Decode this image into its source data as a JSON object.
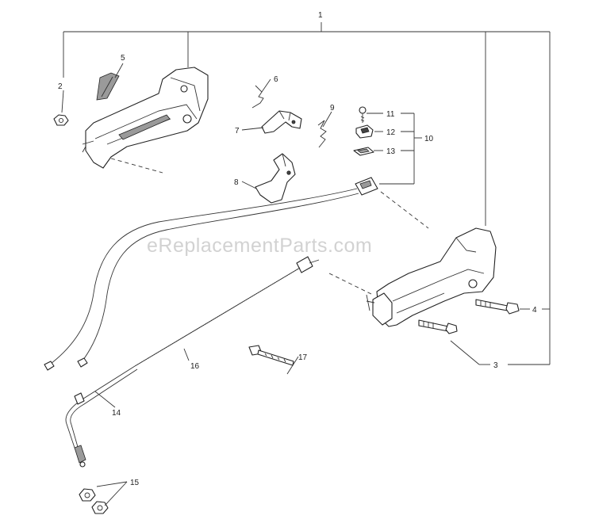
{
  "watermark": "eReplacementParts.com",
  "callouts": {
    "c1": "1",
    "c2": "2",
    "c3": "3",
    "c4": "4",
    "c5": "5",
    "c6": "6",
    "c7": "7",
    "c8": "8",
    "c9": "9",
    "c10": "10",
    "c11": "11",
    "c12": "12",
    "c13": "13",
    "c14": "14",
    "c15": "15",
    "c16": "16",
    "c17": "17"
  },
  "colors": {
    "line": "#333333",
    "watermark": "#d2d2d2",
    "shade": "#9a9a9a"
  }
}
